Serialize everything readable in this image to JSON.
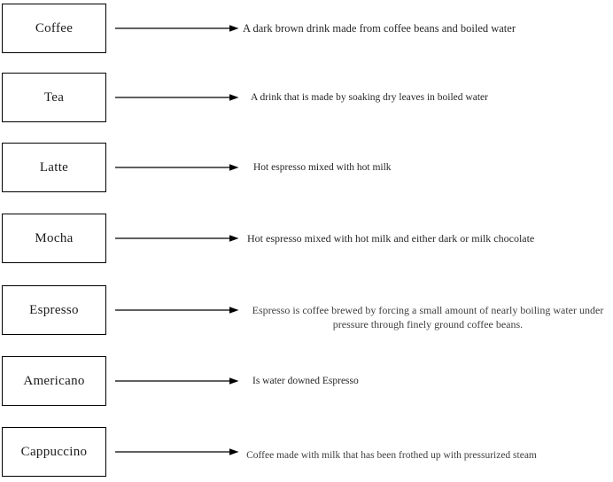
{
  "diagram": {
    "items": [
      {
        "term": "Coffee",
        "definition": "A dark brown drink made from coffee beans and boiled water"
      },
      {
        "term": "Tea",
        "definition": "A drink that is made by soaking dry leaves in boiled water"
      },
      {
        "term": "Latte",
        "definition": "Hot espresso mixed with hot milk"
      },
      {
        "term": "Mocha",
        "definition": "Hot espresso mixed with hot milk and either dark or milk chocolate"
      },
      {
        "term": "Espresso",
        "definition": "Espresso is coffee brewed by forcing a small amount of nearly boiling water under pressure through finely ground coffee beans."
      },
      {
        "term": "Americano",
        "definition": "Is water downed Espresso"
      },
      {
        "term": "Cappuccino",
        "definition": "Coffee made with milk that has been frothed up with pressurized steam"
      }
    ],
    "colors": {
      "background": "#ffffff",
      "box_border": "#000000",
      "arrow": "#000000",
      "term_text": "#1b1b1b",
      "definition_text": "#262626"
    }
  }
}
